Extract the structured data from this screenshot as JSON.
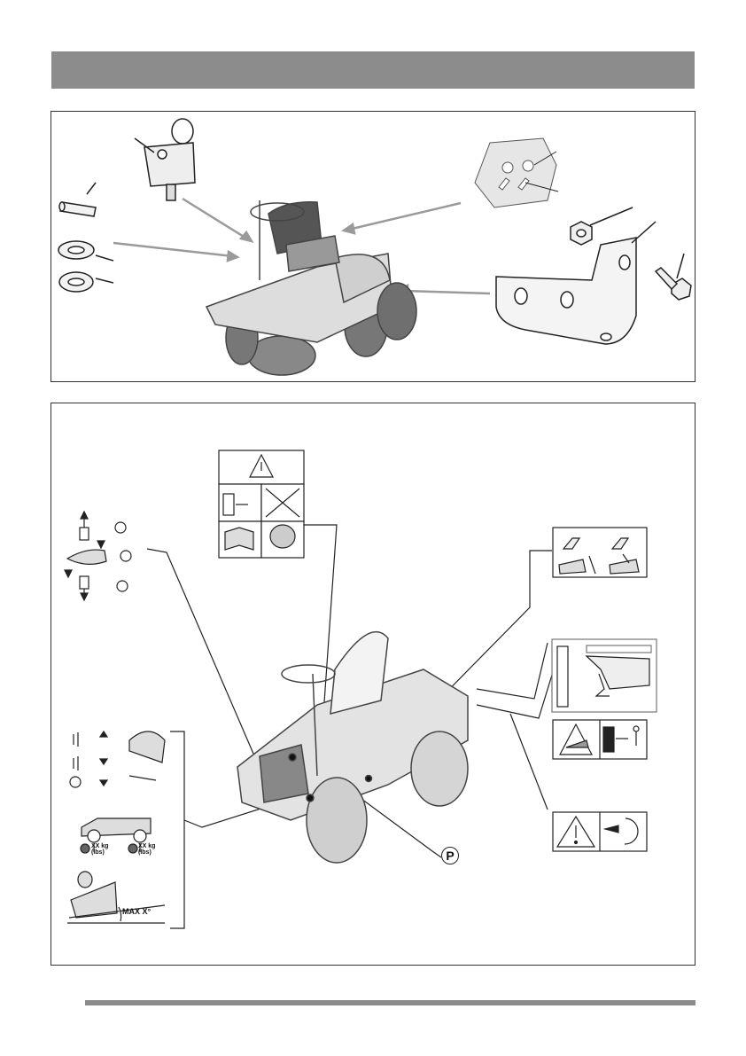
{
  "header": {
    "color": "#8c8c8c"
  },
  "labels": {
    "parking": "P",
    "slope_max": "MAX X°",
    "weight_left": "XX kg\n(lbs)",
    "weight_right": "XX kg\n(lbs)"
  },
  "colors": {
    "line": "#222222",
    "pointer": "#9a9a9a",
    "footer": "#8c8c8c"
  },
  "icons": [
    "key-icon",
    "pin-icon",
    "washer-icon",
    "nut-icon",
    "bolt-icon",
    "bracket-icon",
    "warning-icon",
    "manual-icon",
    "ear-protection-icon",
    "no-bystanders-icon",
    "slope-icon"
  ]
}
